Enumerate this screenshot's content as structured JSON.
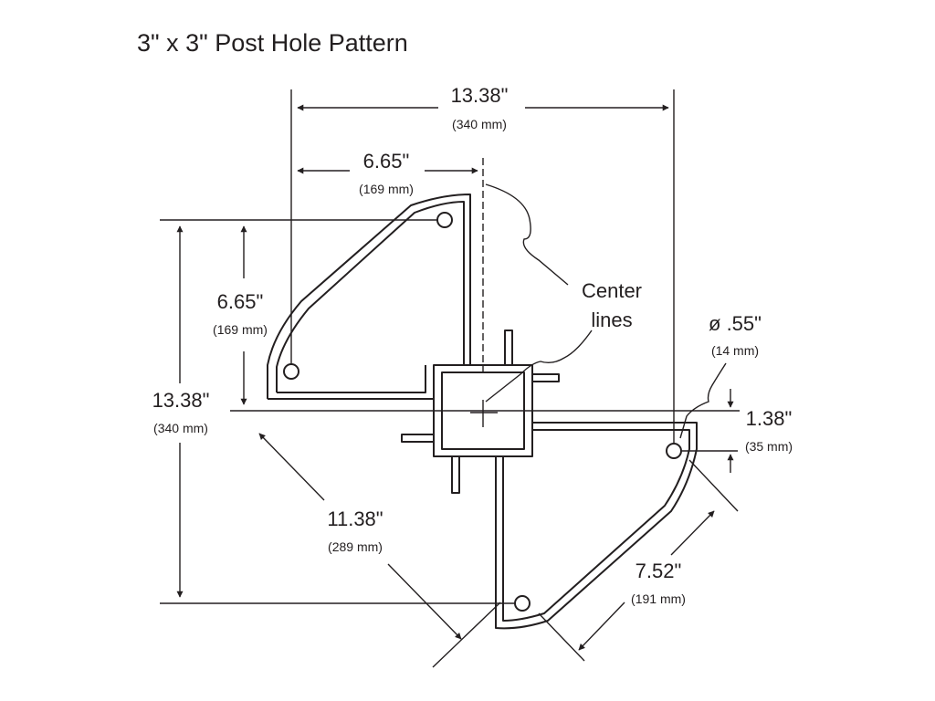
{
  "title": "3\" x 3\" Post Hole Pattern",
  "dimensions": {
    "top_width": {
      "inch": "13.38\"",
      "mm": "(340 mm)"
    },
    "top_half": {
      "inch": "6.65\"",
      "mm": "(169 mm)"
    },
    "left_half": {
      "inch": "6.65\"",
      "mm": "(169 mm)"
    },
    "left_height": {
      "inch": "13.38\"",
      "mm": "(340 mm)"
    },
    "diagonal": {
      "inch": "11.38\"",
      "mm": "(289 mm)"
    },
    "hole_spacing": {
      "inch": "7.52\"",
      "mm": "(191 mm)"
    },
    "offset": {
      "inch": "1.38\"",
      "mm": "(35 mm)"
    },
    "hole_diameter": {
      "inch": "ø .55\"",
      "mm": "(14 mm)"
    }
  },
  "callout": {
    "line1": "Center",
    "line2": "lines"
  },
  "colors": {
    "ink": "#231f20",
    "background": "#ffffff"
  }
}
